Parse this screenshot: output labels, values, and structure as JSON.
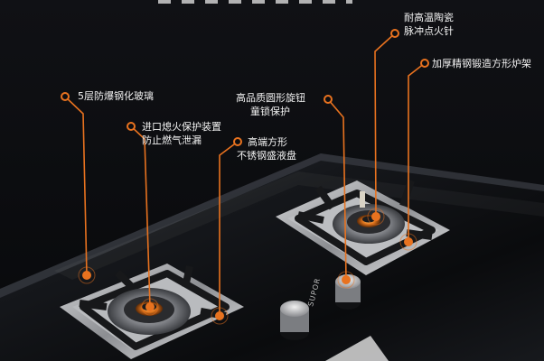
{
  "product_brand": "SUPOR",
  "features": {
    "glass": {
      "line1": "5层防爆钢化玻璃"
    },
    "flameout": {
      "line1": "进口熄火保护装置",
      "line2": "防止燃气泄漏"
    },
    "tray": {
      "line1": "高端方形",
      "line2": "不锈钢盛液盘"
    },
    "knob": {
      "line1": "高品质圆形旋钮",
      "line2": "童锁保护"
    },
    "ceramic": {
      "line1": "耐高温陶瓷",
      "line2": "脉冲点火针"
    },
    "frame": {
      "line1": "加厚精钢锻造方形炉架"
    }
  },
  "colors": {
    "accent": "#e8721f",
    "background": "#0c0d10",
    "label_text": "#f2f2f2"
  }
}
